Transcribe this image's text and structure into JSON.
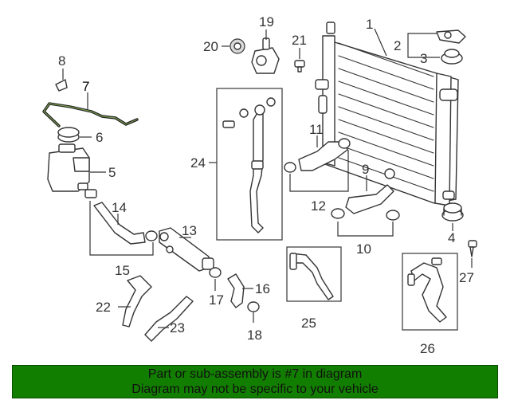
{
  "diagram": {
    "callouts": {
      "c1": "1",
      "c2": "2",
      "c3": "3",
      "c4": "4",
      "c5": "5",
      "c6": "6",
      "c7": "7",
      "c8": "8",
      "c9": "9",
      "c10": "10",
      "c11": "11",
      "c12": "12",
      "c13": "13",
      "c14": "14",
      "c15": "15",
      "c16": "16",
      "c17": "17",
      "c18": "18",
      "c19": "19",
      "c20": "20",
      "c21": "21",
      "c22": "22",
      "c23": "23",
      "c24": "24",
      "c25": "25",
      "c26": "26",
      "c27": "27"
    },
    "highlighted_part": "7"
  },
  "banner": {
    "line1": "Part or sub-assembly is #7 in diagram",
    "line2": "Diagram may not be specific to your vehicle",
    "background": "#127e00"
  }
}
